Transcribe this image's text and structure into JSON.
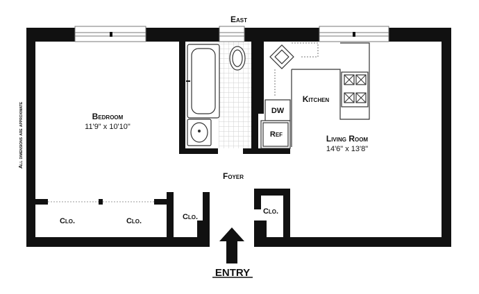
{
  "compass": {
    "east_label": "East"
  },
  "side_note": "All dimensions are approximate",
  "rooms": {
    "bedroom": {
      "name": "Bedroom",
      "dims": "11'9\" x 10'10\""
    },
    "living_room": {
      "name": "Living Room",
      "dims": "14'6\" x 13'8\""
    },
    "kitchen": {
      "name": "Kitchen"
    },
    "foyer": {
      "name": "Foyer"
    }
  },
  "fixtures": {
    "dw": "DW",
    "ref": "Ref",
    "closets": [
      "Clo.",
      "Clo.",
      "Clo.",
      "Clo."
    ]
  },
  "entry": {
    "label": "ENTRY"
  },
  "colors": {
    "wall": "#111111",
    "tile": "#cfcfcf",
    "window": "#777777"
  }
}
